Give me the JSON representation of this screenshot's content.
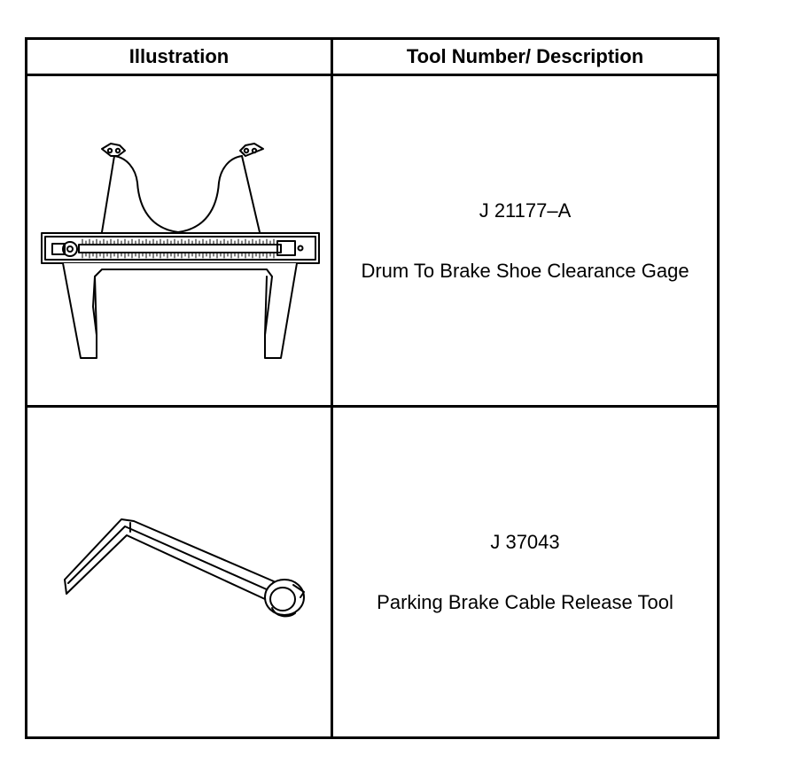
{
  "table": {
    "headers": {
      "illustration": "Illustration",
      "description": "Tool Number/ Description"
    },
    "rows": [
      {
        "tool_number": "J 21177–A",
        "description": "Drum To Brake Shoe Clearance Gage",
        "illustration_icon": "clearance-gage-icon"
      },
      {
        "tool_number": "J 37043",
        "description": "Parking Brake Cable Release Tool",
        "illustration_icon": "cable-release-tool-icon"
      }
    ]
  }
}
